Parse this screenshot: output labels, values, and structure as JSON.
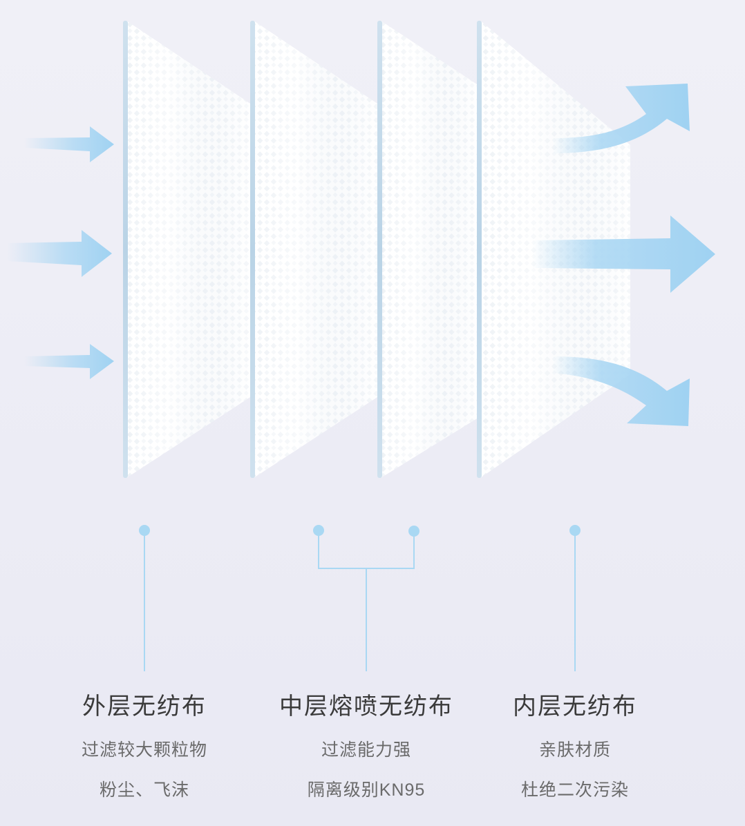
{
  "colors": {
    "background": "#efeff6",
    "arrow": "#a8d6f3",
    "connector": "#a9d8f3",
    "layer_edge": "#c5dced",
    "title_text": "#3a3a3a",
    "desc_text": "#6a6a6a"
  },
  "diagram": {
    "layers": [
      {
        "name": "outer-layer"
      },
      {
        "name": "middle-layer-1"
      },
      {
        "name": "middle-layer-2"
      },
      {
        "name": "inner-layer"
      }
    ],
    "inbound_arrows": 3,
    "outbound_arrows": 3
  },
  "labels": [
    {
      "title": "外层无纺布",
      "lines": [
        "过滤较大颗粒物",
        "粉尘、飞沫"
      ]
    },
    {
      "title": "中层熔喷无纺布",
      "lines": [
        "过滤能力强",
        "隔离级别KN95"
      ]
    },
    {
      "title": "内层无纺布",
      "lines": [
        "亲肤材质",
        "杜绝二次污染"
      ]
    }
  ]
}
